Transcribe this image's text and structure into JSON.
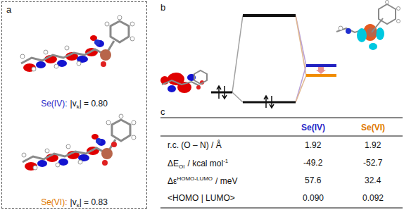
{
  "diagram": {
    "nodes": [
      {
        "text": [
          "a",
          "Se(IV):",
          "|v",
          "k",
          "| = 0.80",
          "Se(VI):",
          "|v",
          "k",
          "| = 0.83"
        ]
      }
    ],
    "labels": [
      "b",
      "c",
      "Se(IV)",
      "Se(VI)",
      "r.c. (O – N) / Å",
      "1.92",
      "1.92",
      "ΔE",
      "OI",
      "/ kcal mol",
      "-1",
      "-49.2",
      "-52.7",
      "Δε",
      "HOMO-LUMO",
      "/ meV",
      "57.6",
      "32.4",
      "<HOMO | LUMO>",
      "0.090",
      "0.092"
    ]
  }
}
